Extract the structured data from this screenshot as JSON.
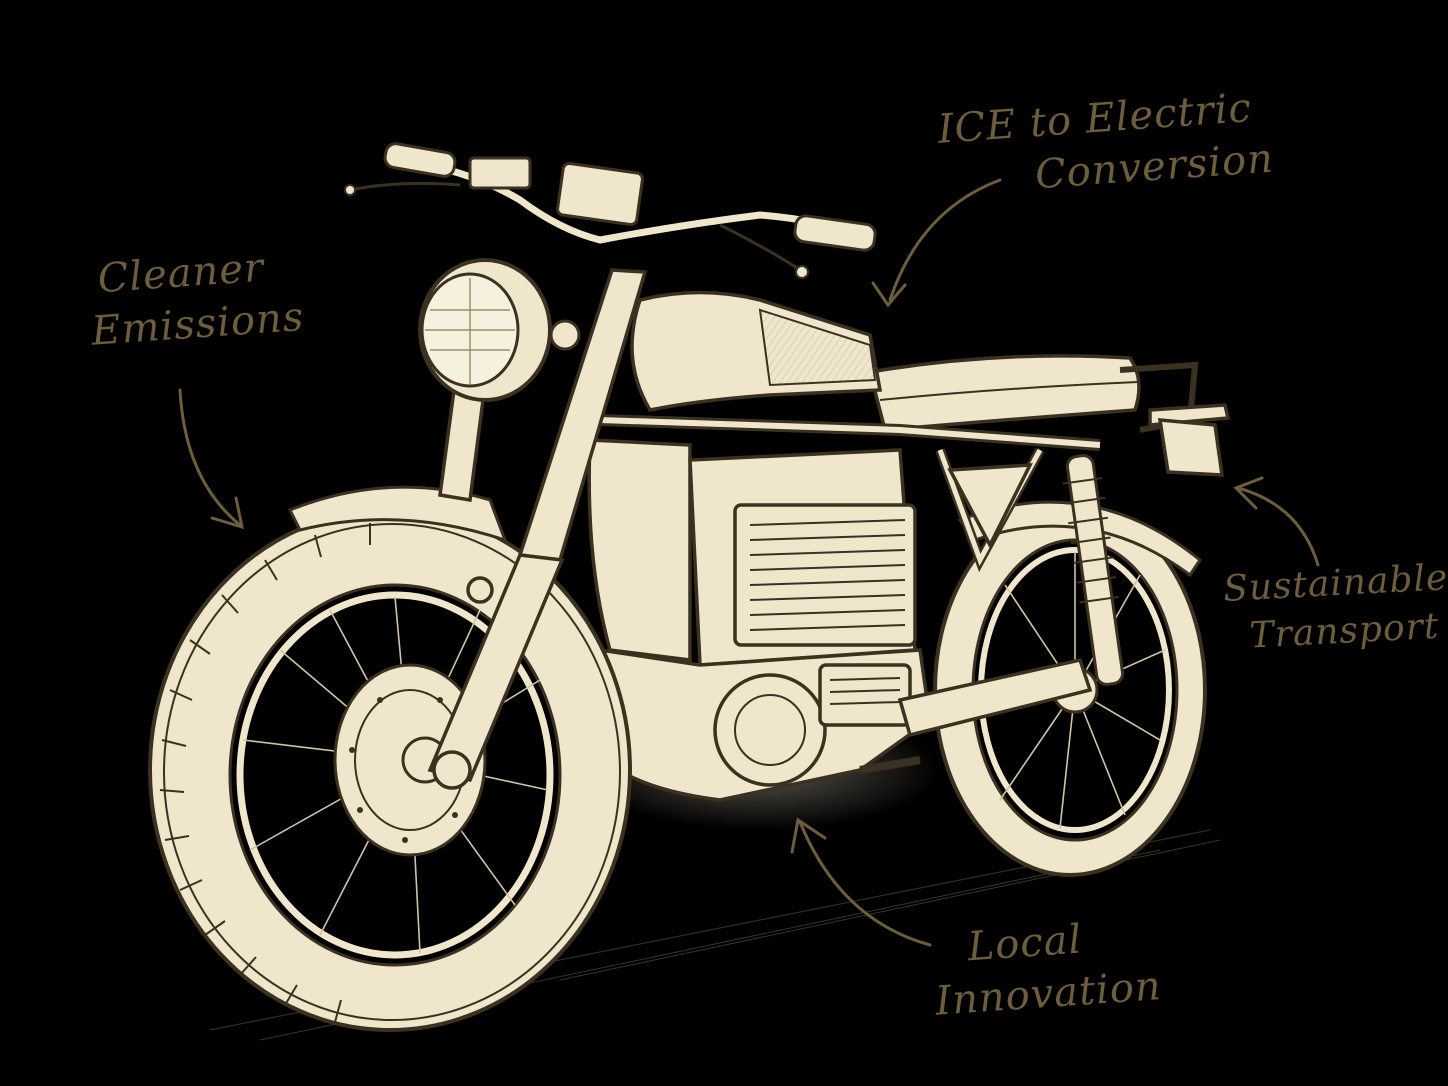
{
  "annotations": {
    "ice_conversion": [
      "ICE to Electric",
      "Conversion"
    ],
    "cleaner_emissions": [
      "Cleaner",
      "Emissions"
    ],
    "sustainable_transport": [
      "Sustainable",
      "Transport"
    ],
    "local_innovation": [
      "Local",
      "Innovation"
    ]
  },
  "icons": {
    "illustration": "electric-motorcycle-sketch",
    "pointer": "hand-drawn-arrow"
  },
  "colors": {
    "background": "#000000",
    "sketch_fill": "#efe6cc",
    "sketch_line": "#3b3120",
    "annotation_text": "#6e5d3c"
  }
}
